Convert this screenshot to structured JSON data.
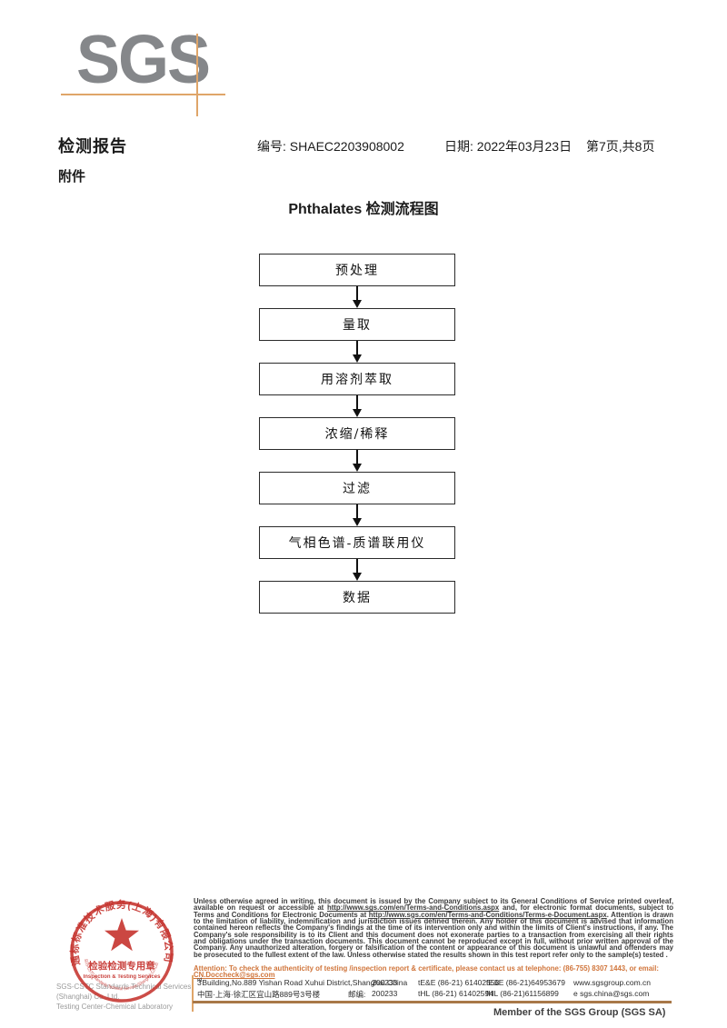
{
  "logo": {
    "text": "SGS"
  },
  "header": {
    "report_title": "检测报告",
    "report_no": "编号: SHAEC2203908002",
    "date": "日期: 2022年03月23日",
    "page_info": "第7页,共8页",
    "attachment": "附件"
  },
  "diagram": {
    "title": "Phthalates 检测流程图",
    "steps": [
      "预处理",
      "量取",
      "用溶剂萃取",
      "浓缩/稀释",
      "过滤",
      "气相色谱-质谱联用仪",
      "数据"
    ]
  },
  "stamp": {
    "ring_text_cn": "通标标准技术服务(上海)有限公司",
    "ring_text_en": "SGS-CSTC Standards Technical Services (Shanghai) Co.,Ltd.",
    "line1": "检验检测专用章",
    "line2": "Inspection & Testing Services",
    "company_en": "SGS-CSTC Standards Technical Services (Shanghai) Co.,Ltd.",
    "lab_en": "Testing Center-Chemical Laboratory"
  },
  "legal": {
    "seg1": "Unless otherwise agreed in writing, this document is issued by the Company subject to its General Conditions of Service printed overleaf, available on request or accessible at ",
    "link1": "http://www.sgs.com/en/Terms-and-Conditions.aspx",
    "seg2": " and, for electronic format documents, subject to Terms and Conditions for Electronic Documents at ",
    "link2": "http://www.sgs.com/en/Terms-and-Conditions/Terms-e-Document.aspx",
    "seg3": ". Attention is drawn to the limitation of liability, indemnification and jurisdiction issues defined therein. Any holder of this document is advised that information contained hereon reflects the Company's findings at the time of its intervention only and within the limits of Client's instructions, if any. The Company's sole responsibility is to its Client and this document does not exonerate parties to a transaction from exercising all their rights and obligations under the transaction documents. This document cannot be reproduced except in full, without prior written approval of the Company. Any unauthorized alteration, forgery or falsification of the content or appearance of this document is unlawful and offenders may be prosecuted to the fullest extent of the law. Unless otherwise stated the results shown in this test report refer only to the sample(s) tested .",
    "attention_text": "Attention: To check the authenticity of testing /inspection report & certificate, please contact us at telephone: (86-755) 8307 1443, or email: ",
    "attention_email": "CN.Doccheck@sgs.com"
  },
  "address": {
    "en_num": "3",
    "en_sup": "rd",
    "en_rest": "Building,No.889 Yishan Road Xuhui District,Shanghai China",
    "en_postcode": "200233",
    "tel_ee": "tE&E (86-21) 61402553",
    "fax_ee": "fE&E (86-21)64953679",
    "website": "www.sgsgroup.com.cn",
    "cn_addr": "中国·上海·徐汇区宜山路889号3号楼",
    "cn_post_label": "邮编:",
    "cn_postcode": "200233",
    "tel_hl": "tHL (86-21) 61402594",
    "fax_hl": "fHL (86-21)61156899",
    "email": "e  sgs.china@sgs.com"
  },
  "footer": {
    "member": "Member of the SGS Group (SGS SA)"
  },
  "colors": {
    "logo_gray": "#85878a",
    "line_orange": "#dfa569",
    "stamp_red": "#c5332e",
    "attention_orange": "#d0753b",
    "footer_line_brown": "#a87848"
  }
}
